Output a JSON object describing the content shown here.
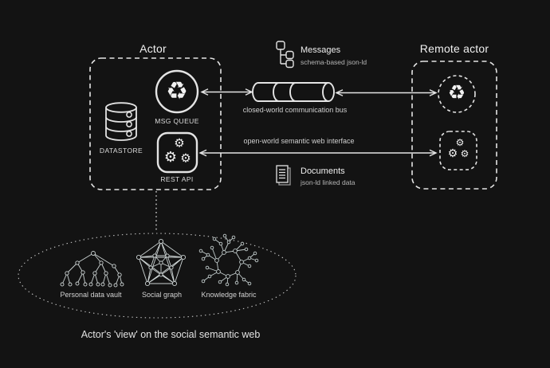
{
  "colors": {
    "background": "#131313",
    "stroke": "#e4e4e4",
    "text": "#d6d6d6"
  },
  "actor": {
    "title": "Actor",
    "datastore_label": "DATASTORE",
    "msg_queue_label": "MSG QUEUE",
    "rest_api_label": "REST API"
  },
  "remote_actor": {
    "title": "Remote actor"
  },
  "messages": {
    "title": "Messages",
    "subtitle": "schema-based json-ld"
  },
  "documents": {
    "title": "Documents",
    "subtitle": "json-ld linked data"
  },
  "bus": {
    "label": "closed-world communication bus"
  },
  "interface": {
    "label": "open-world semantic web interface"
  },
  "view": {
    "graphs": [
      {
        "label": "Personal data vault"
      },
      {
        "label": "Social graph"
      },
      {
        "label": "Knowledge fabric"
      }
    ],
    "caption": "Actor's 'view' on the social semantic web"
  },
  "icons": {
    "recycle": "♻",
    "gear": "⚙"
  }
}
